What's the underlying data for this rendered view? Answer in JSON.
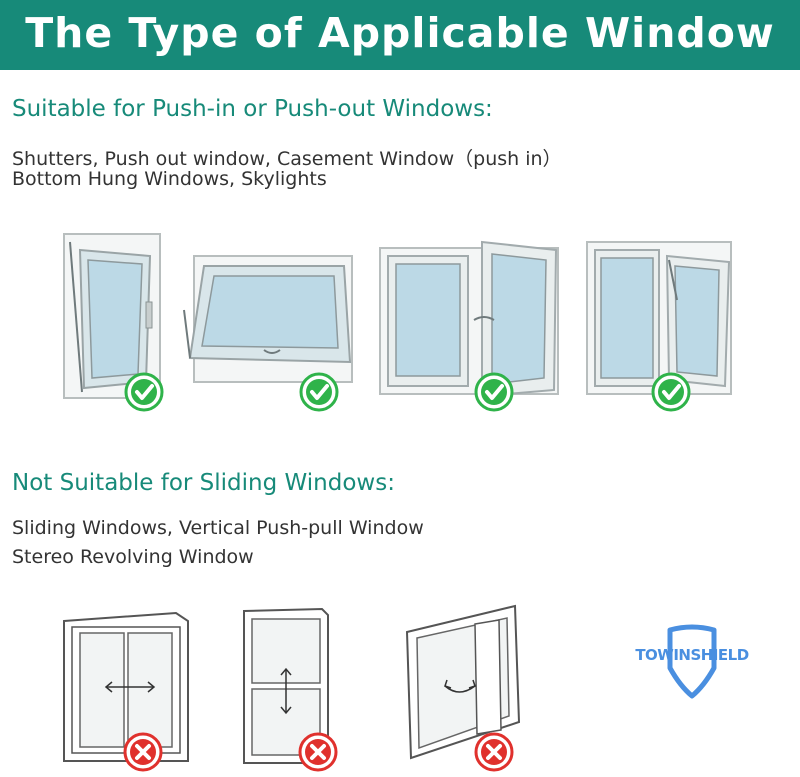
{
  "title": "The Type of Applicable Window",
  "suitable": {
    "heading": "Suitable for Push-in or Push-out Windows:",
    "line1": "Shutters,  Push out window,   Casement Window（push in）",
    "line2": "Bottom Hung Windows,  Skylights",
    "windows": [
      "shutter-window",
      "push-out-window",
      "casement-window",
      "bottom-hung-window"
    ]
  },
  "not_suitable": {
    "heading": "Not Suitable for Sliding Windows:",
    "line1": "Sliding Windows,  Vertical Push-pull Window",
    "line2": "Stereo Revolving Window",
    "windows": [
      "sliding-window",
      "vertical-push-pull-window",
      "stereo-revolving-window"
    ]
  },
  "logo": {
    "text": "TOWINSHIELD"
  },
  "colors": {
    "teal": "#178a79",
    "check_green": "#2fb34a",
    "cross_red": "#e0312d",
    "logo_blue": "#4a8fe0"
  },
  "icons": {
    "suitable_badge": "check-circle-icon",
    "unsuitable_badge": "cross-circle-icon"
  }
}
